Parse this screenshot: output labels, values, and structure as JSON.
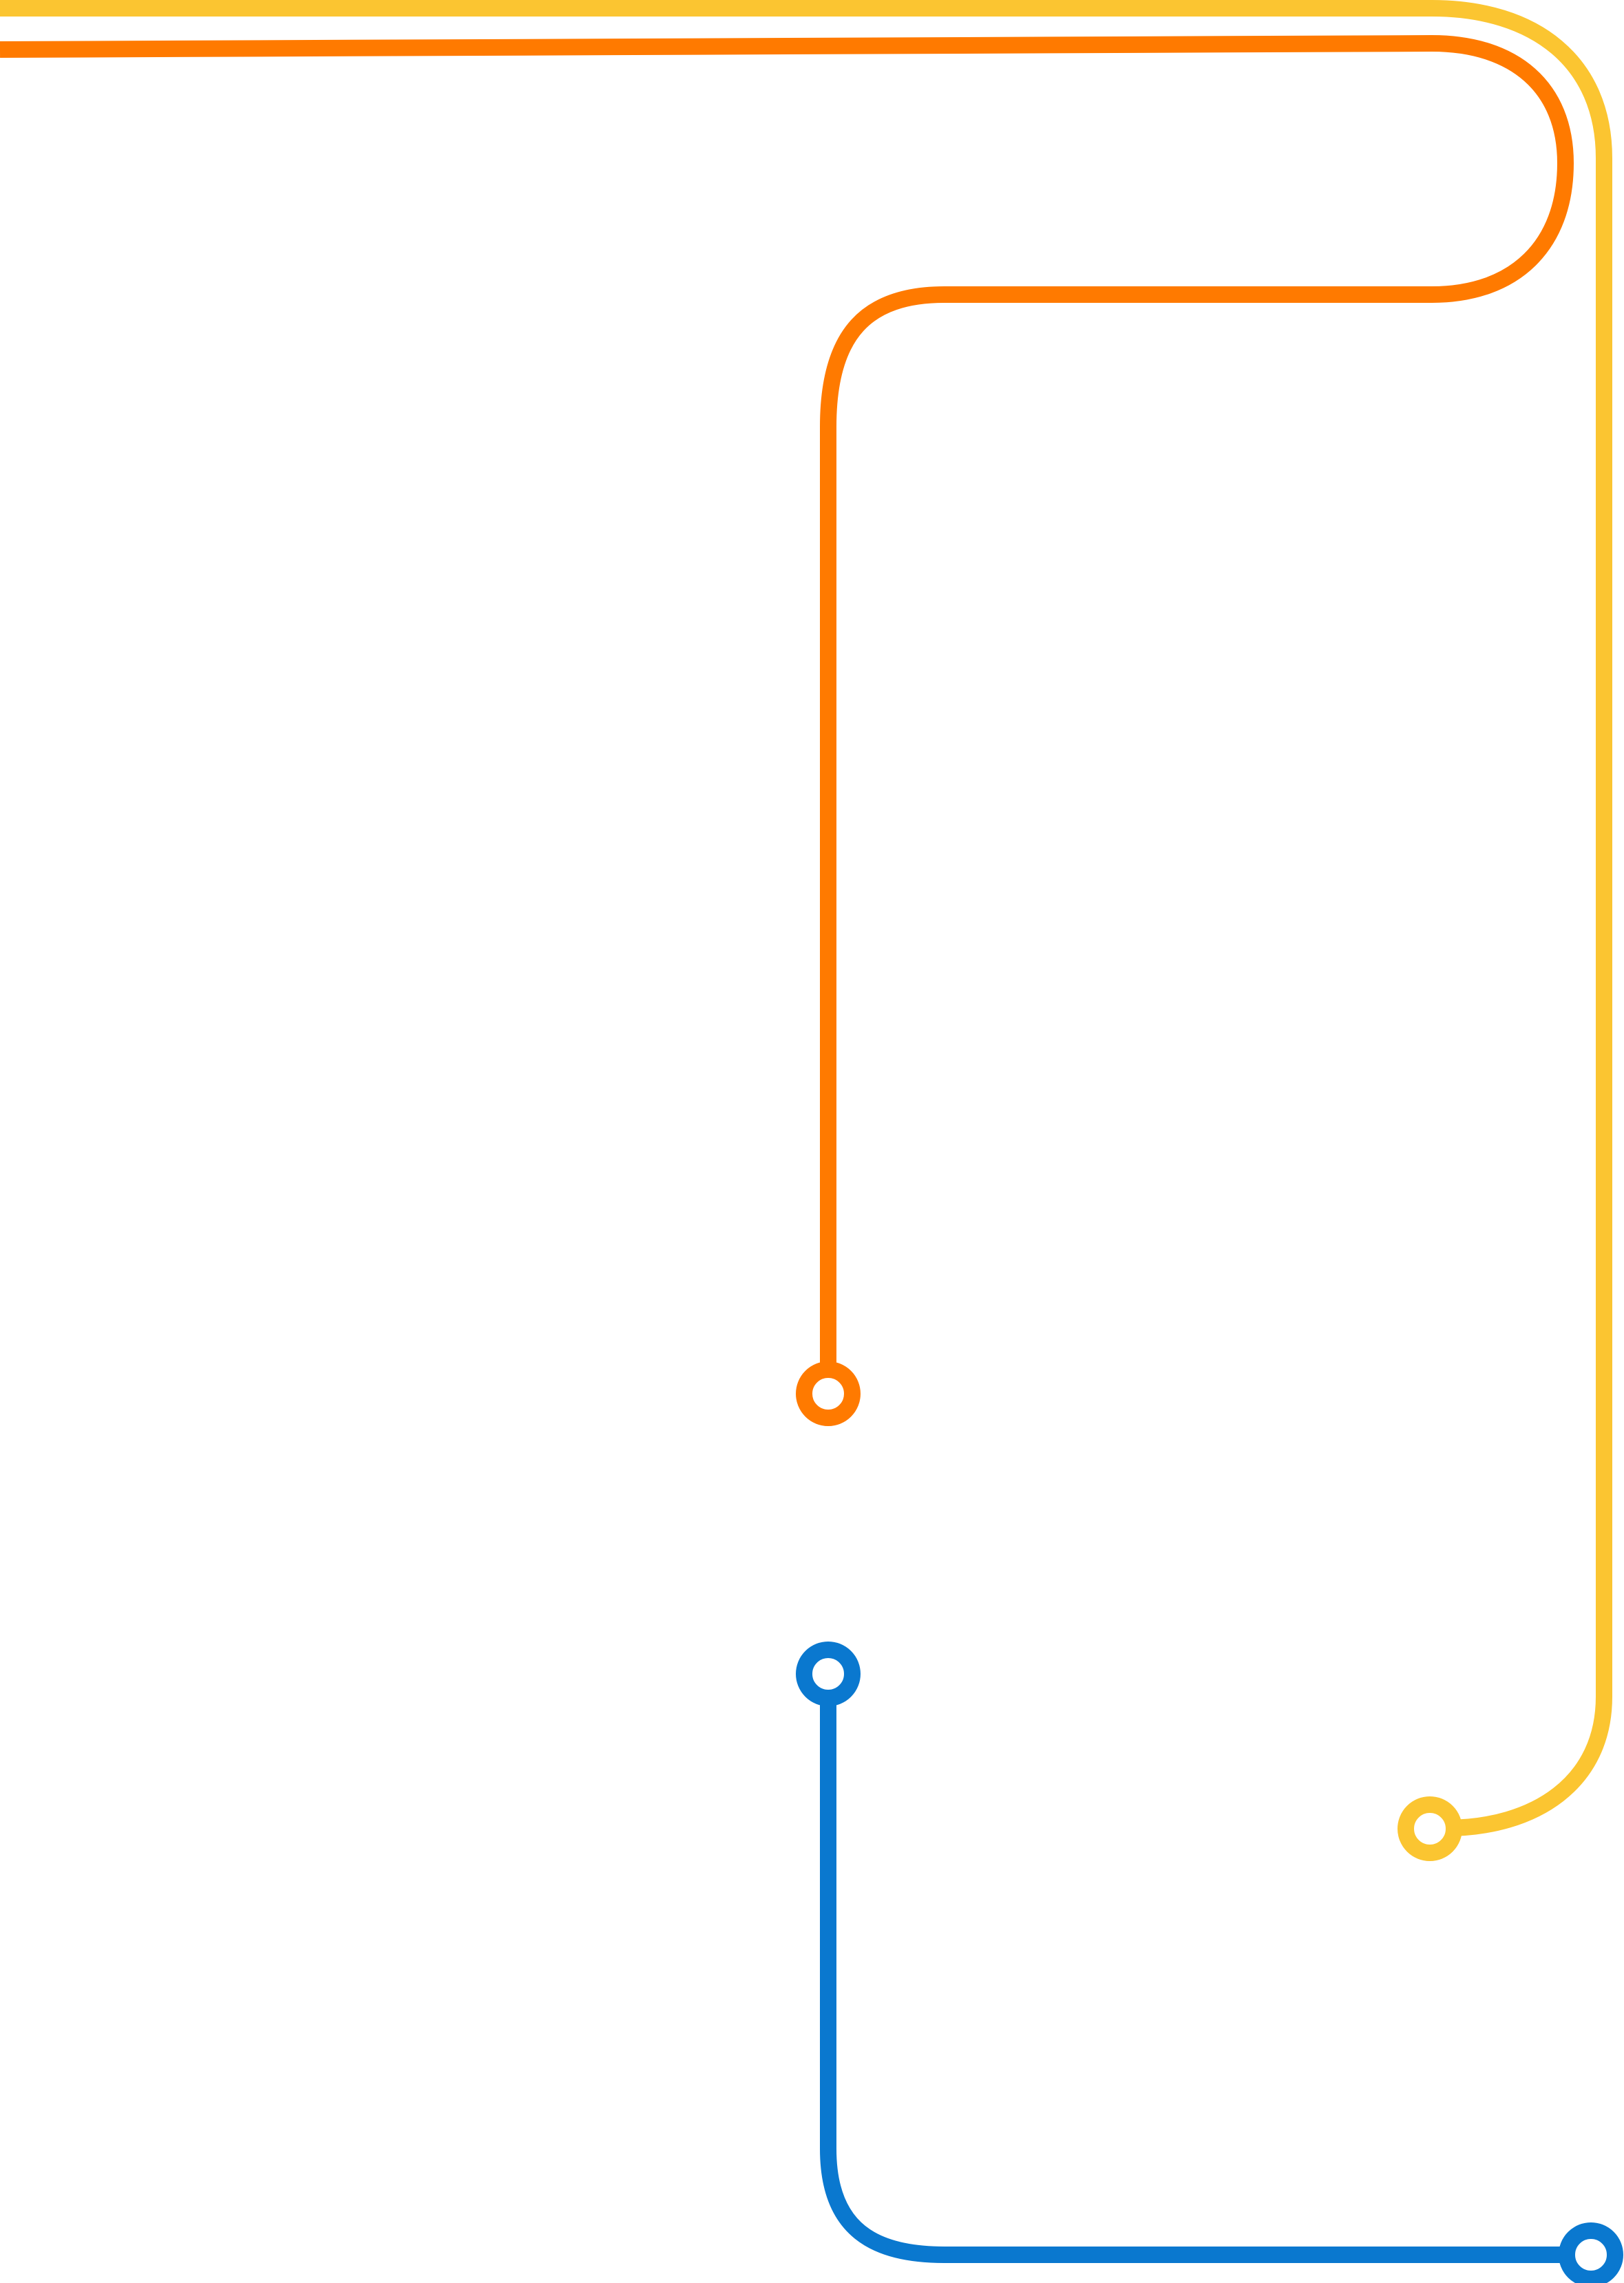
{
  "diagram": {
    "connectors": [
      {
        "name": "yellow-connector",
        "color": "#FBC531",
        "endpoint": "ring"
      },
      {
        "name": "orange-connector",
        "color": "#FF7A00",
        "endpoint": "ring"
      },
      {
        "name": "blue-connector",
        "color": "#0A78CF",
        "endpoint": "ring-both-ends"
      }
    ]
  }
}
